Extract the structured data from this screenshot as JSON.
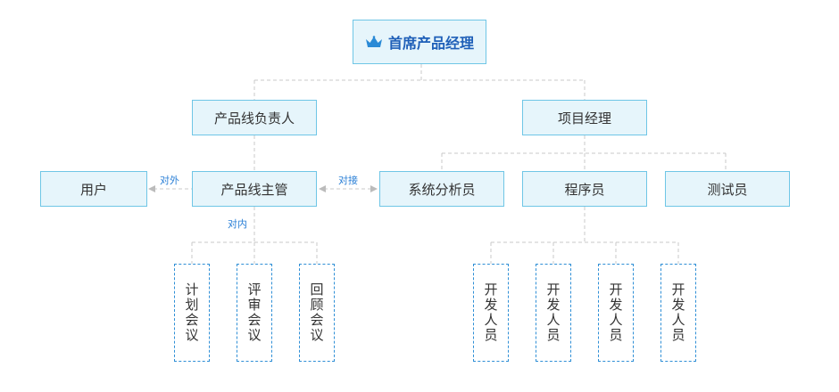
{
  "top": {
    "title": "首席产品经理",
    "icon": "crown-icon"
  },
  "level2": {
    "line_owner": "产品线负责人",
    "project_manager": "项目经理"
  },
  "level3": {
    "user": "用户",
    "line_manager": "产品线主管",
    "analyst": "系统分析员",
    "programmer": "程序员",
    "tester": "测试员"
  },
  "relations": {
    "external": "对外",
    "internal": "对内",
    "interface": "对接"
  },
  "meetings": [
    "计划会议",
    "评审会议",
    "回顾会议"
  ],
  "developers": [
    "开发人员",
    "开发人员",
    "开发人员",
    "开发人员"
  ],
  "colors": {
    "box_fill": "#e6f5fb",
    "box_border": "#6fc6e6",
    "accent": "#2a7fd6",
    "connector": "#cccccc"
  }
}
